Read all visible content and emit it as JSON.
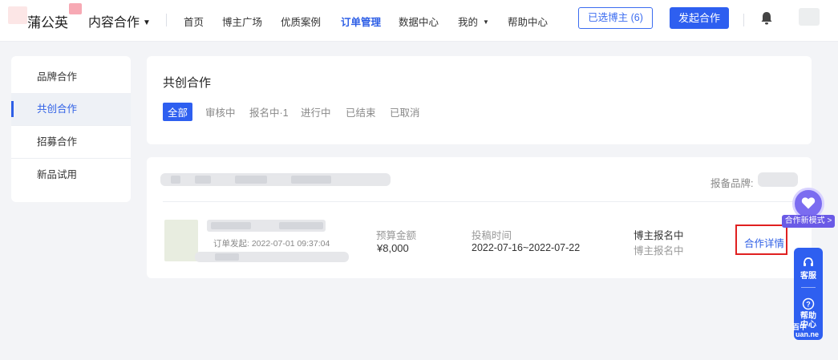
{
  "header": {
    "logo_text": "蒲公英",
    "content_coop": "内容合作",
    "nav": [
      "首页",
      "博主广场",
      "优质案例",
      "订单管理",
      "数据中心",
      "我的",
      "帮助中心"
    ],
    "active_nav": "订单管理",
    "selected_bloggers_btn": "已选博主 (6)",
    "start_coop_btn": "发起合作",
    "icons": [
      "bell-icon",
      "chevron-down-icon"
    ]
  },
  "sidebar": {
    "items": [
      "品牌合作",
      "共创合作",
      "招募合作",
      "新品试用"
    ],
    "active": "共创合作"
  },
  "panel": {
    "title": "共创合作",
    "tabs": [
      "全部",
      "审核中",
      "报名中·1",
      "进行中",
      "已结束",
      "已取消"
    ],
    "active_tab": "全部"
  },
  "order": {
    "brand_label": "报备品牌:",
    "order_time": "订单发起: 2022-07-01 09:37:04",
    "budget_label": "预算金额",
    "budget_value": "¥8,000",
    "submit_label": "投稿时间",
    "submit_value": "2022-07-16~2022-07-22",
    "status_main": "博主报名中",
    "status_sub": "博主报名中",
    "detail_link": "合作详情"
  },
  "floating": {
    "new_mode": "合作新模式 >",
    "service": "客服",
    "help": "帮助中心",
    "watermark_1": "百中",
    "watermark_2": "uan.ne"
  },
  "colors": {
    "accent": "#2e5ff0",
    "highlight_box": "#e02020",
    "new_mode_purple": "#6a5ae6"
  }
}
